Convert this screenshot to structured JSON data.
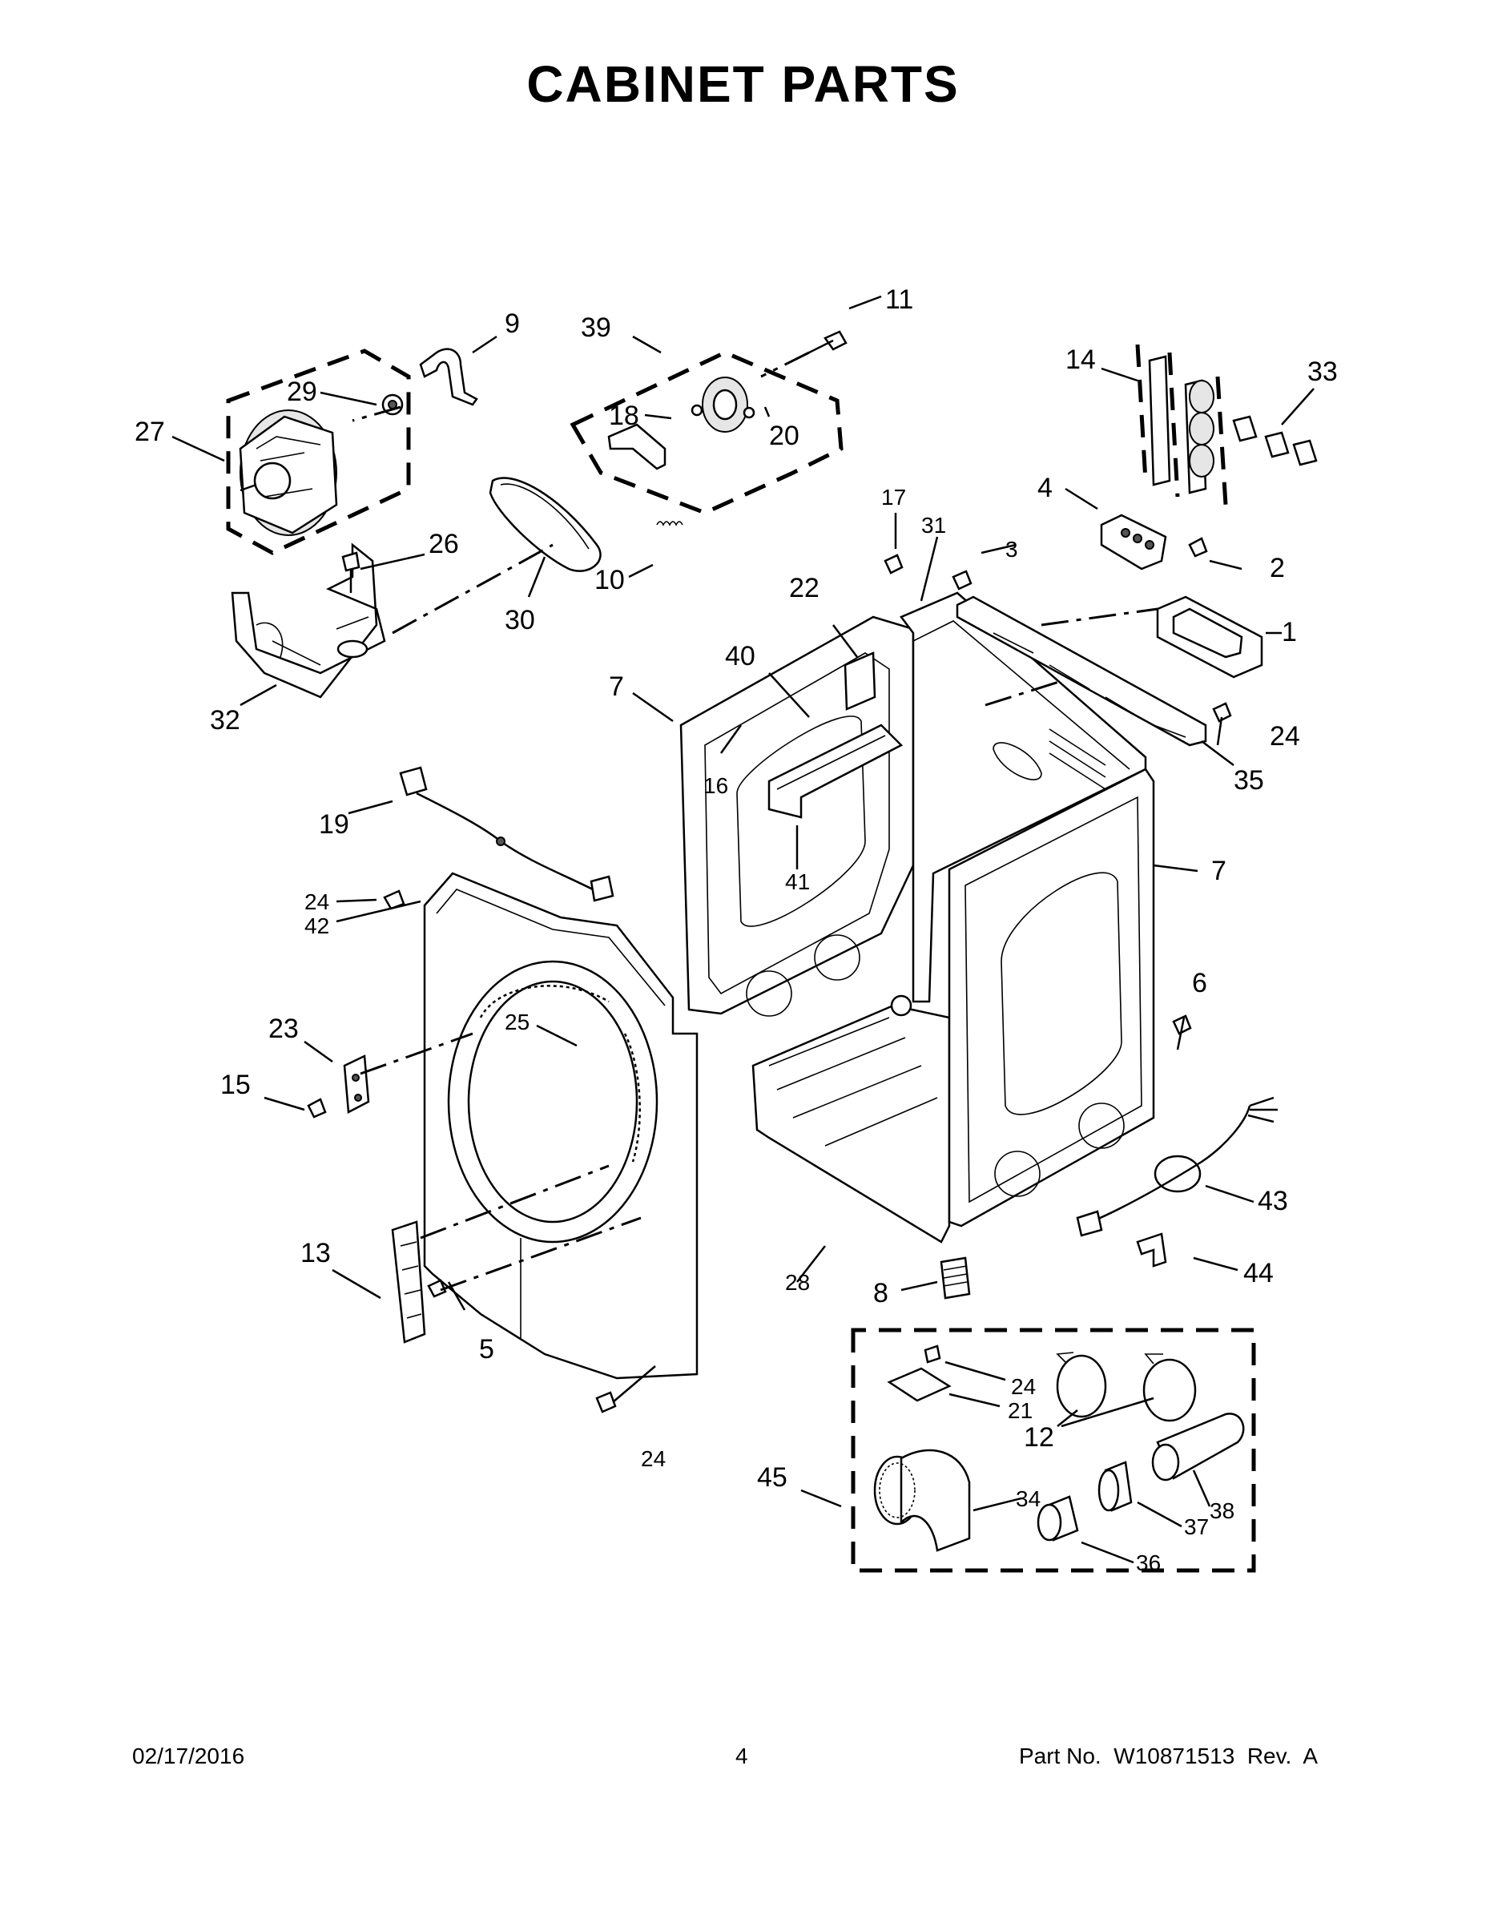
{
  "title": "CABINET PARTS",
  "callouts": [
    {
      "id": "c1",
      "label": "1"
    },
    {
      "id": "c2",
      "label": "2"
    },
    {
      "id": "c3",
      "label": "3"
    },
    {
      "id": "c4",
      "label": "4"
    },
    {
      "id": "c5",
      "label": "5"
    },
    {
      "id": "c6",
      "label": "6"
    },
    {
      "id": "c7a",
      "label": "7"
    },
    {
      "id": "c7b",
      "label": "7"
    },
    {
      "id": "c8",
      "label": "8"
    },
    {
      "id": "c9",
      "label": "9"
    },
    {
      "id": "c10",
      "label": "10"
    },
    {
      "id": "c11",
      "label": "11"
    },
    {
      "id": "c12",
      "label": "12"
    },
    {
      "id": "c13",
      "label": "13"
    },
    {
      "id": "c14",
      "label": "14"
    },
    {
      "id": "c15",
      "label": "15"
    },
    {
      "id": "c16",
      "label": "16"
    },
    {
      "id": "c17",
      "label": "17"
    },
    {
      "id": "c18",
      "label": "18"
    },
    {
      "id": "c19",
      "label": "19"
    },
    {
      "id": "c20",
      "label": "20"
    },
    {
      "id": "c21",
      "label": "21"
    },
    {
      "id": "c22",
      "label": "22"
    },
    {
      "id": "c23",
      "label": "23"
    },
    {
      "id": "c24a",
      "label": "24"
    },
    {
      "id": "c24b",
      "label": "24"
    },
    {
      "id": "c24c",
      "label": "24"
    },
    {
      "id": "c24d",
      "label": "24"
    },
    {
      "id": "c25",
      "label": "25"
    },
    {
      "id": "c26",
      "label": "26"
    },
    {
      "id": "c27",
      "label": "27"
    },
    {
      "id": "c28",
      "label": "28"
    },
    {
      "id": "c29",
      "label": "29"
    },
    {
      "id": "c30",
      "label": "30"
    },
    {
      "id": "c31",
      "label": "31"
    },
    {
      "id": "c32",
      "label": "32"
    },
    {
      "id": "c33",
      "label": "33"
    },
    {
      "id": "c34",
      "label": "34"
    },
    {
      "id": "c35",
      "label": "35"
    },
    {
      "id": "c36",
      "label": "36"
    },
    {
      "id": "c37",
      "label": "37"
    },
    {
      "id": "c38",
      "label": "38"
    },
    {
      "id": "c39",
      "label": "39"
    },
    {
      "id": "c40",
      "label": "40"
    },
    {
      "id": "c41",
      "label": "41"
    },
    {
      "id": "c42",
      "label": "42"
    },
    {
      "id": "c43",
      "label": "43"
    },
    {
      "id": "c44",
      "label": "44"
    },
    {
      "id": "c45",
      "label": "45"
    }
  ],
  "footer": {
    "date": "02/17/2016",
    "page": "4",
    "part_no": "Part No.  W10871513  Rev.  A"
  }
}
